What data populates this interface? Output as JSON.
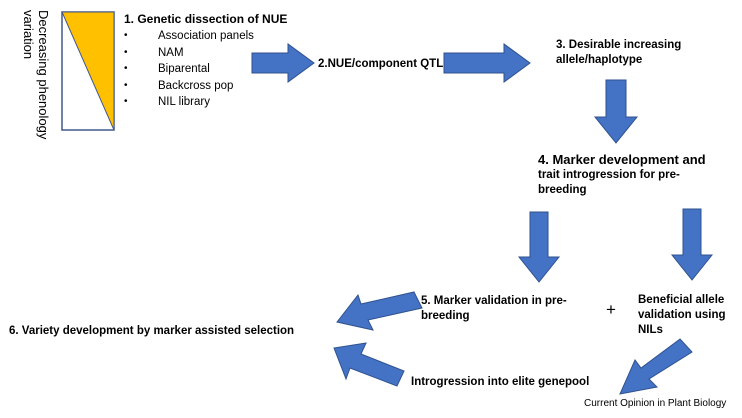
{
  "phenology_label": [
    "Decreasing phenology",
    "variation"
  ],
  "step1": {
    "title": "1. Genetic dissection of NUE",
    "populations": [
      "Association panels",
      "NAM",
      "Biparental",
      "Backcross pop",
      "NIL library"
    ]
  },
  "step2": "2.NUE/component QTL",
  "step3": [
    "3. Desirable increasing",
    "allele/haplotype"
  ],
  "step4": [
    "4. Marker development and",
    "trait introgression for pre-",
    "breeding"
  ],
  "step5": [
    "5. Marker validation in pre-",
    "breeding"
  ],
  "plus_sign": "+",
  "nil_validation": [
    "Beneficial allele",
    "validation using",
    "NILs"
  ],
  "step6": "6.  Variety development by marker assisted selection",
  "introgression": "Introgression into elite genepool",
  "credit": "Current Opinion in Plant Biology",
  "colors": {
    "arrow_fill": "#4472c4",
    "arrow_stroke": "#2f528f",
    "triangle_fill": "#ffc000",
    "box_stroke": "#41598a"
  }
}
